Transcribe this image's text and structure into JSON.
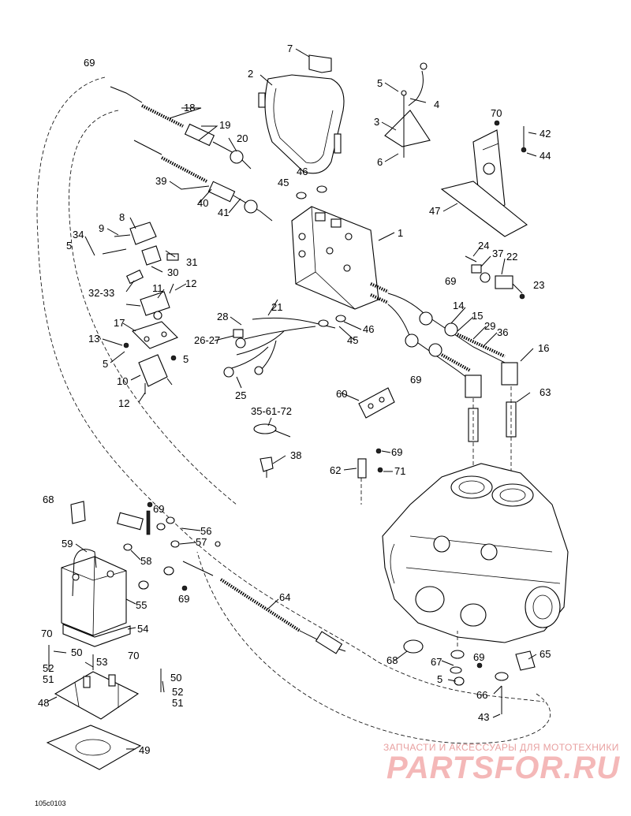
{
  "diagram": {
    "reference_code": "105c0103",
    "watermark": {
      "tagline": "ЗАПЧАСТИ И АКСЕССУАРЫ ДЛЯ МОТОТЕХНИКИ",
      "logo": "PARTSFOR.RU"
    },
    "callouts": [
      "1",
      "2",
      "3",
      "4",
      "5",
      "6",
      "7",
      "8",
      "9",
      "10",
      "11",
      "12",
      "13",
      "14",
      "15",
      "16",
      "17",
      "18",
      "19",
      "20",
      "21",
      "22",
      "23",
      "24",
      "25",
      "26-27",
      "28",
      "29",
      "30",
      "31",
      "32-33",
      "34",
      "35-61-72",
      "36",
      "37",
      "38",
      "39",
      "40",
      "41",
      "42",
      "43",
      "44",
      "45",
      "46",
      "47",
      "48",
      "49",
      "50",
      "51",
      "52",
      "53",
      "54",
      "55",
      "56",
      "57",
      "58",
      "59",
      "60",
      "62",
      "63",
      "64",
      "65",
      "66",
      "67",
      "68",
      "69",
      "70",
      "71"
    ]
  }
}
